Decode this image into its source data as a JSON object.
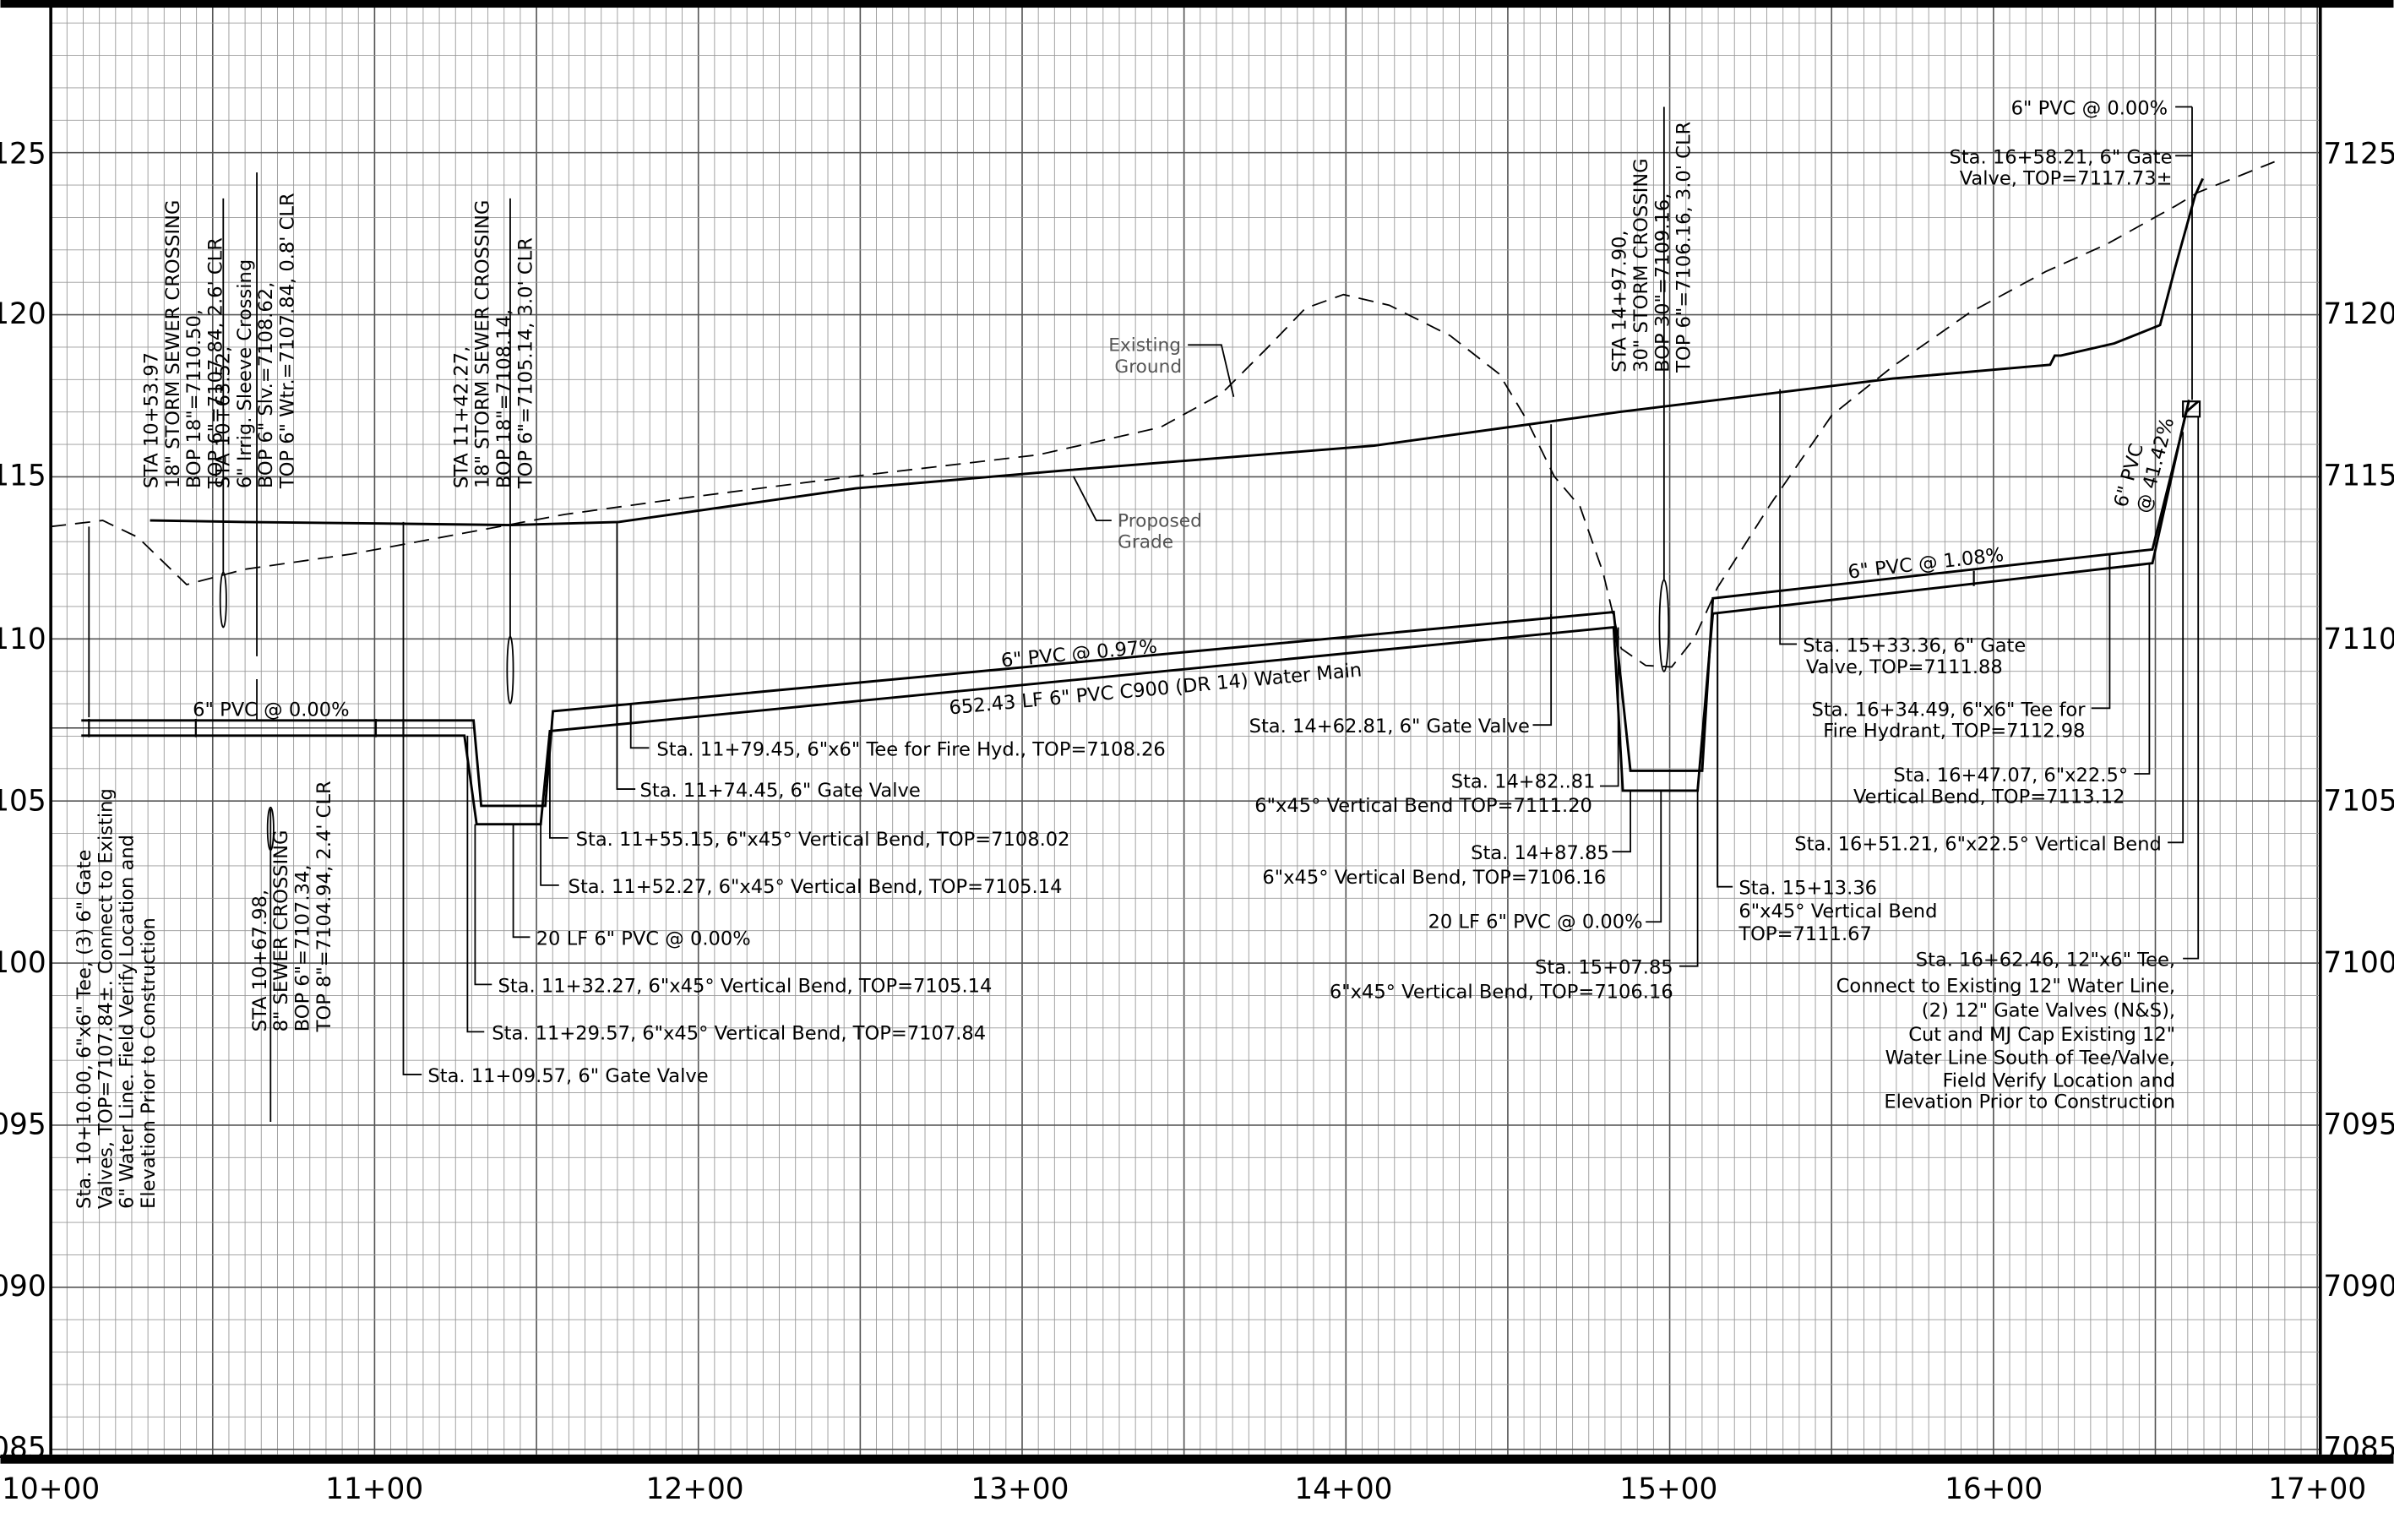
{
  "axes": {
    "x_ticks": [
      "10+00",
      "11+00",
      "12+00",
      "13+00",
      "14+00",
      "15+00",
      "16+00",
      "17+00"
    ],
    "y_left": [
      "125",
      "120",
      "115",
      "110",
      "105",
      "100",
      "095",
      "090",
      "085"
    ],
    "y_right": [
      "7125",
      "7120",
      "7115",
      "7110",
      "7105",
      "7100",
      "7095",
      "7090",
      "7085"
    ]
  },
  "terrain": {
    "existing": [
      "Existing",
      "Ground"
    ],
    "proposed": [
      "Proposed",
      "Grade"
    ]
  },
  "pipe_labels": {
    "pvc000_top": "6\" PVC @ 0.00%",
    "pvc097": "6\" PVC @ 0.97%",
    "water_main": "652.43 LF 6\" PVC C900 (DR 14) Water Main",
    "pvc108": "6\" PVC @ 1.08%",
    "pvc_4142": [
      "6\" PVC",
      "@ 41.42%"
    ],
    "pvc000_right": "6\" PVC @ 0.00%"
  },
  "crossings": {
    "c1": [
      "STA 10+53.97",
      "18\" STORM SEWER CROSSING",
      "BOP 18\"=7110.50,",
      "TOP 6\"=7107.84, 2.6' CLR"
    ],
    "c2": [
      "STA 10+63.52,",
      "6\" Irrig. Sleeve Crossing",
      "BOP 6\" Slv.=7108.62,",
      "TOP 6\" Wtr.=7107.84, 0.8' CLR"
    ],
    "c3": [
      "STA 11+42.27,",
      "18\" STORM SEWER CROSSING",
      "BOP 18\"=7108.14,",
      "TOP 6\"=7105.14, 3.0' CLR"
    ],
    "c4": [
      "STA 14+97.90,",
      "30\" STORM CROSSING",
      "BOP 30\"=7109.16,",
      "TOP 6\"=7106.16, 3.0' CLR"
    ],
    "c5": [
      "STA 10+67.98,",
      "8\" SEWER CROSSING",
      "BOP 6\"=7107.34,",
      "TOP 8\"=7104.94, 2.4' CLR"
    ],
    "c6": [
      "Sta. 10+10.00, 6\"x6\" Tee, (3) 6\" Gate",
      "Valves, TOP=7107.84±. Connect to Existing",
      "6\" Water Line. Field Verify Location and",
      "Elevation Prior to Construction"
    ]
  },
  "callouts": {
    "l1": "Sta. 11+79.45, 6\"x6\" Tee for Fire Hyd., TOP=7108.26",
    "l2": "Sta. 11+74.45, 6\" Gate Valve",
    "l3": "Sta. 11+55.15, 6\"x45° Vertical Bend, TOP=7108.02",
    "l4": "Sta. 11+52.27, 6\"x45° Vertical Bend, TOP=7105.14",
    "l5": "20 LF 6\" PVC @ 0.00%",
    "l6": "Sta. 11+32.27, 6\"x45° Vertical Bend, TOP=7105.14",
    "l7": "Sta. 11+29.57, 6\"x45° Vertical Bend, TOP=7107.84",
    "l8": "Sta. 11+09.57, 6\" Gate Valve",
    "m1": "Sta. 14+62.81, 6\" Gate Valve",
    "m2a": "Sta. 14+82..81",
    "m2b": "6\"x45° Vertical Bend TOP=7111.20",
    "m3a": "Sta. 14+87.85",
    "m3b": "6\"x45° Vertical Bend, TOP=7106.16",
    "m4": "20 LF 6\" PVC @ 0.00%",
    "m5a": "Sta. 15+07.85",
    "m5b": "6\"x45° Vertical Bend, TOP=7106.16",
    "r1a": "Sta. 15+33.36, 6\" Gate",
    "r1b": "Valve, TOP=7111.88",
    "r2a": "Sta. 16+34.49, 6\"x6\" Tee for",
    "r2b": "Fire Hydrant, TOP=7112.98",
    "r3a": "Sta. 16+47.07, 6\"x22.5°",
    "r3b": "Vertical Bend, TOP=7113.12",
    "r4": "Sta. 16+51.21, 6\"x22.5° Vertical Bend",
    "r5": [
      "Sta. 15+13.36",
      "6\"x45° Vertical Bend",
      "TOP=7111.67"
    ],
    "r6": [
      "Sta. 16+62.46, 12\"x6\" Tee,",
      "Connect to Existing 12\" Water Line,",
      "(2) 12\" Gate Valves (N&S),",
      "Cut and MJ Cap Existing 12\"",
      "Water Line South of Tee/Valve,",
      "Field Verify Location and",
      "Elevation Prior to Construction"
    ],
    "r7a": "Sta. 16+58.21, 6\" Gate",
    "r7b": "Valve, TOP=7117.73±"
  }
}
